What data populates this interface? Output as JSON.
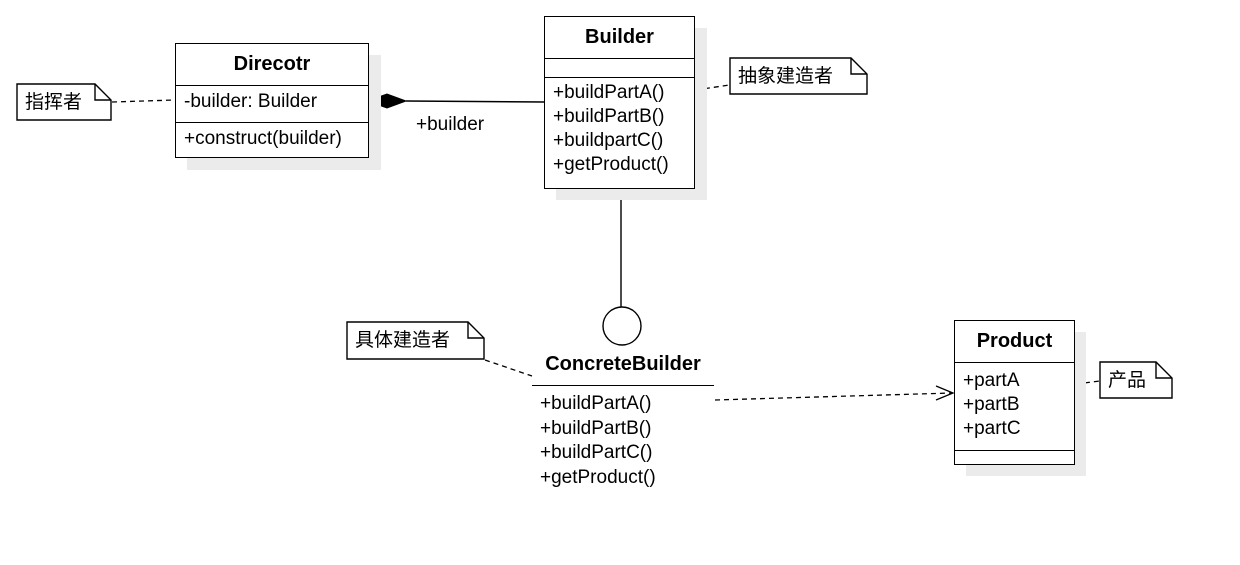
{
  "director": {
    "name": "Direcotr",
    "attributes": [
      "-builder: Builder"
    ],
    "operations": [
      "+construct(builder)"
    ]
  },
  "builder": {
    "name": "Builder",
    "operations": [
      "+buildPartA()",
      "+buildPartB()",
      "+buildpartC()",
      "+getProduct()"
    ]
  },
  "concrete_builder": {
    "name": "ConcreteBuilder",
    "operations": [
      "+buildPartA()",
      "+buildPartB()",
      "+buildPartC()",
      "+getProduct()"
    ]
  },
  "product": {
    "name": "Product",
    "attributes": [
      "+partA",
      "+partB",
      "+partC"
    ]
  },
  "associations": {
    "director_builder_role": "+builder"
  },
  "notes": {
    "director": "指挥者",
    "builder": "抽象建造者",
    "concrete_builder": "具体建造者",
    "product": "产品"
  }
}
